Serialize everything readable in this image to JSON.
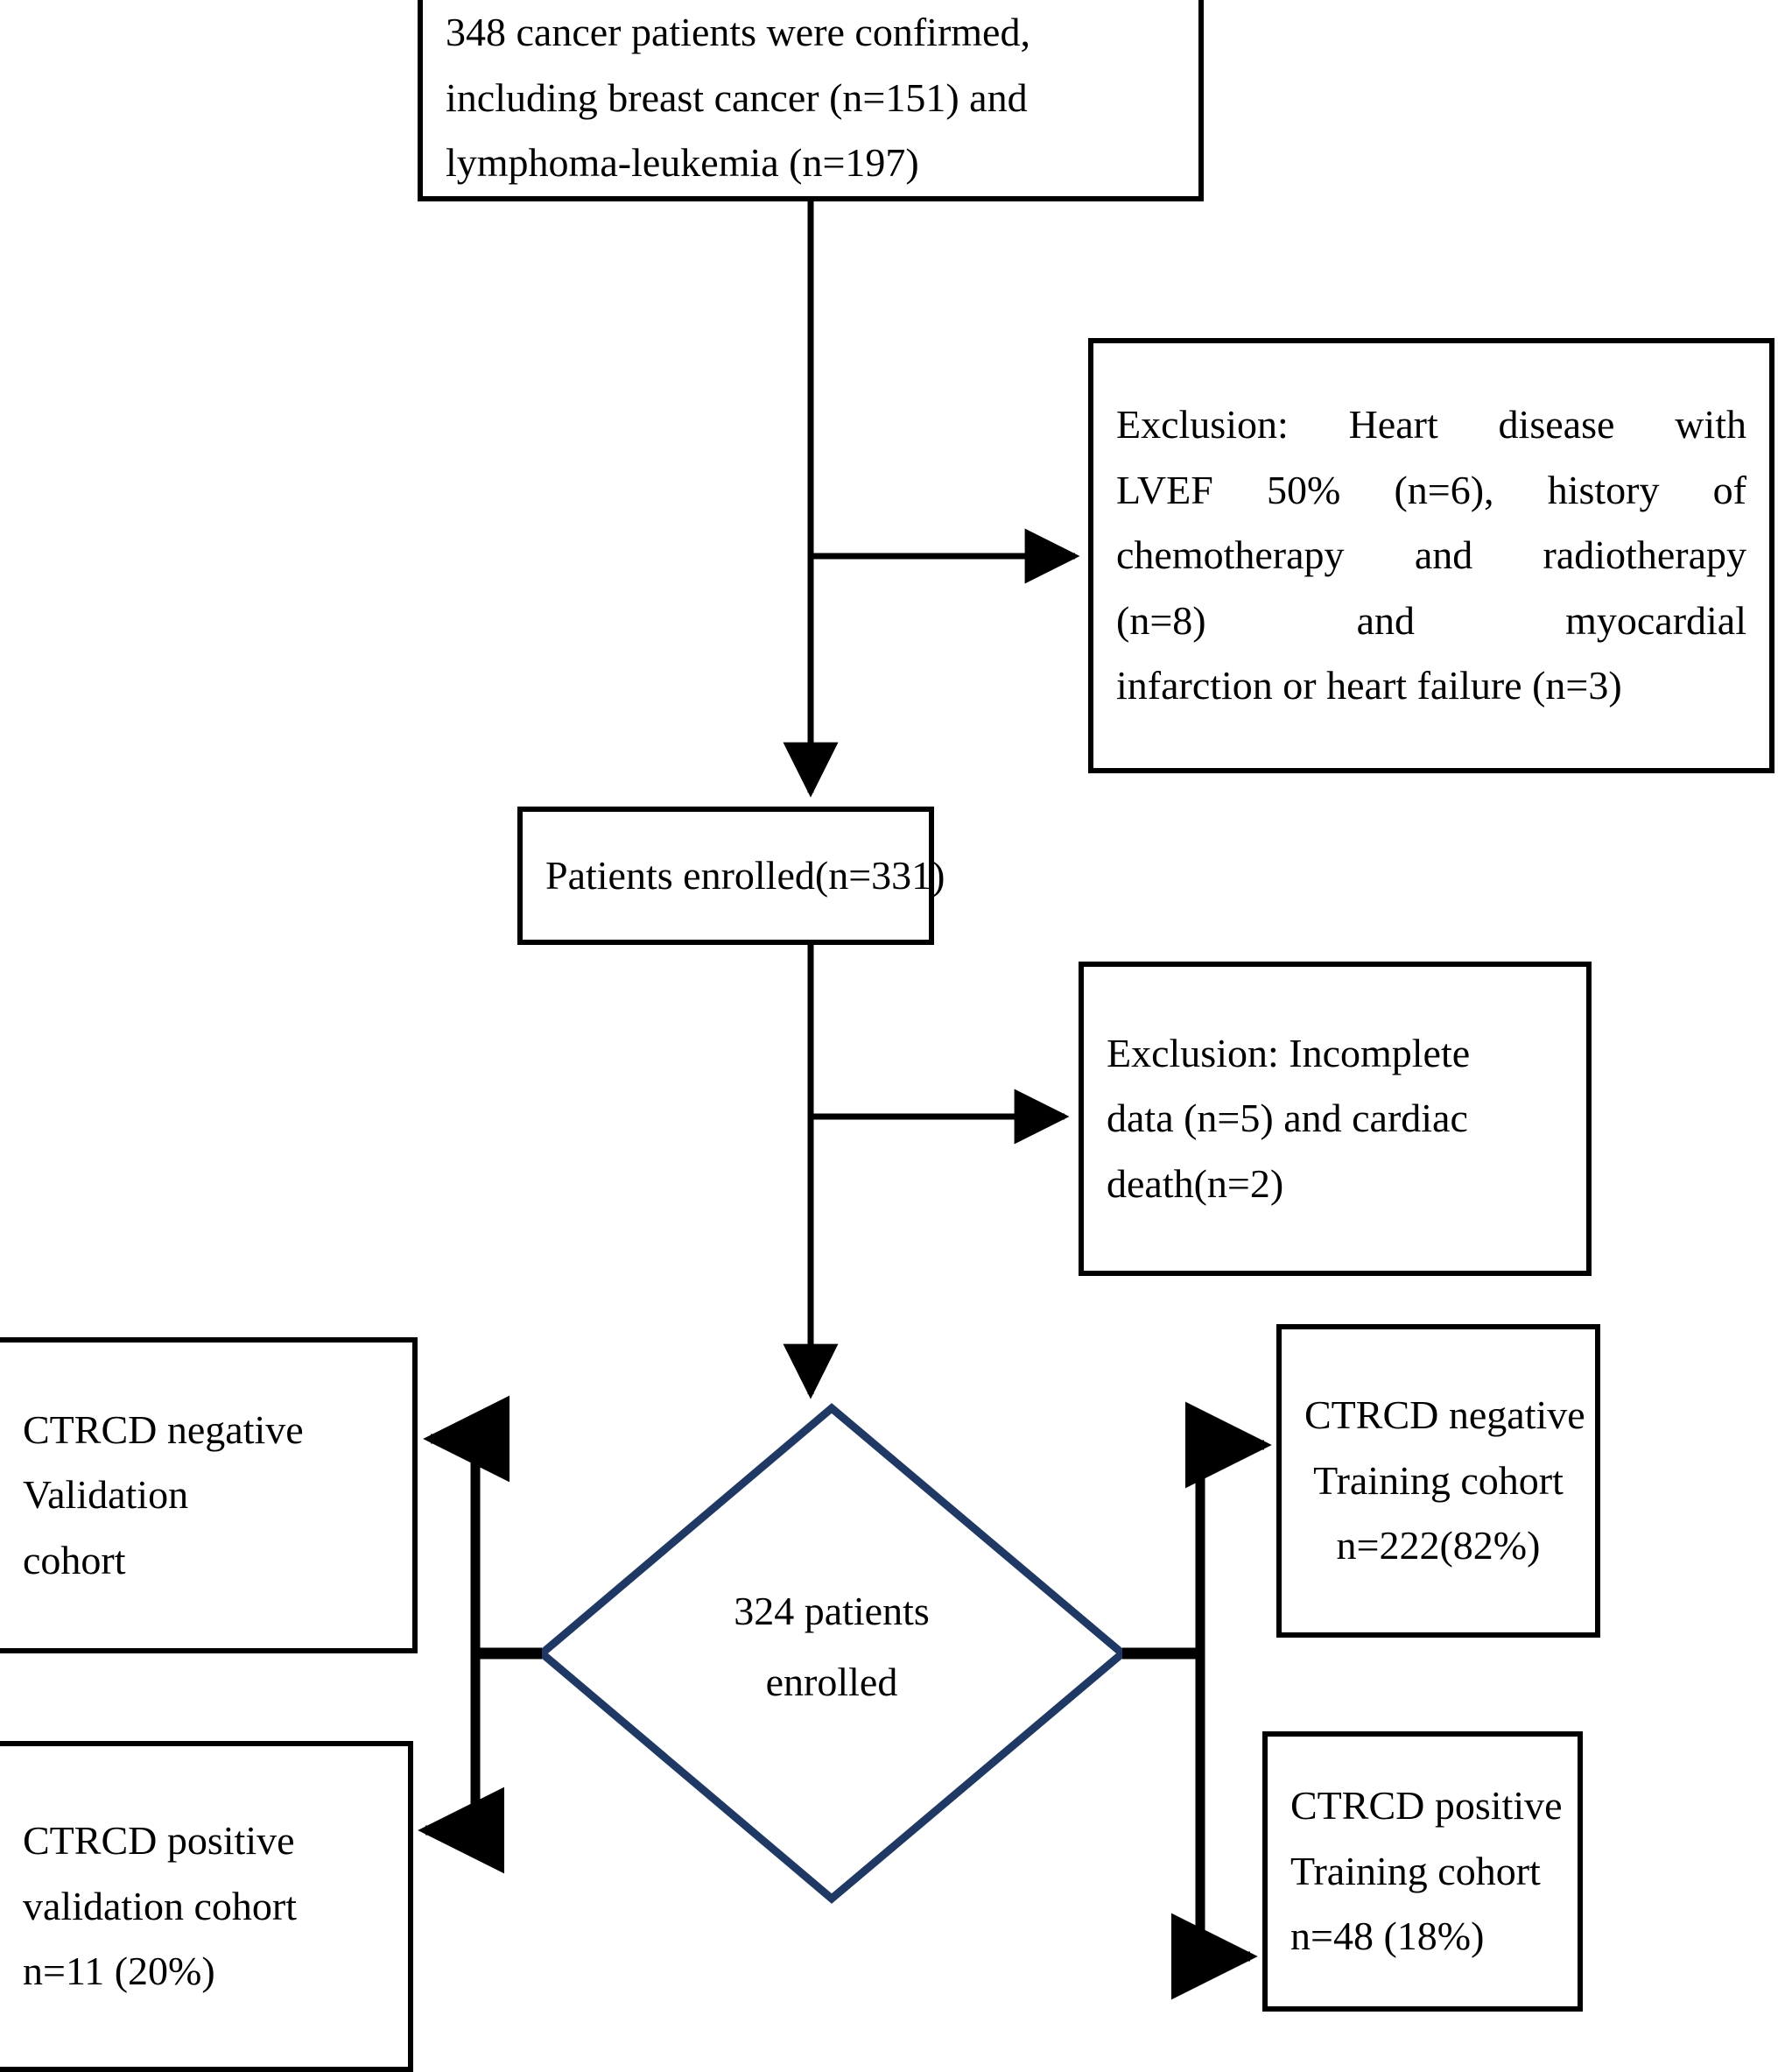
{
  "diagram": {
    "type": "flowchart",
    "title": "Patient enrollment flow diagram",
    "accent_color": "#1F3864",
    "line_color": "#000000",
    "background": "#ffffff"
  },
  "nodes": {
    "top": {
      "name": "confirmed-cancer-patients",
      "lines": [
        "348 cancer patients were confirmed,",
        "including breast cancer (n=151) and",
        "lymphoma-leukemia (n=197)"
      ]
    },
    "exclusion_1": {
      "name": "exclusion-criteria-1",
      "lines": [
        "Exclusion: Heart disease with",
        "LVEF 50% (n=6), history of",
        "chemotherapy and radiotherapy",
        "(n=8) and myocardial",
        "infarction or heart failure (n=3)"
      ]
    },
    "enrolled": {
      "name": "patients-enrolled",
      "lines": [
        "Patients enrolled(n=331)"
      ]
    },
    "exclusion_2": {
      "name": "exclusion-criteria-2",
      "lines": [
        "Exclusion:  Incomplete",
        "data (n=5) and cardiac",
        "death(n=2)"
      ]
    },
    "decision": {
      "name": "enrolled-decision",
      "lines": [
        "324 patients",
        "enrolled"
      ]
    },
    "negative_validation": {
      "name": "ctrcd-negative-validation-cohort",
      "lines": [
        "CTRCD negative",
        "Validation",
        "cohort"
      ]
    },
    "positive_validation": {
      "name": "ctrcd-positive-validation-cohort",
      "lines": [
        "CTRCD positive",
        "validation cohort",
        "n=11 (20%)"
      ]
    },
    "negative_training": {
      "name": "ctrcd-negative-training-cohort",
      "lines": [
        "CTRCD negative",
        "Training cohort",
        "n=222(82%)"
      ]
    },
    "positive_training": {
      "name": "ctrcd-positive-training-cohort",
      "lines": [
        "CTRCD  positive",
        "Training   cohort",
        "n=48 (18%)"
      ]
    }
  },
  "chart_data": {
    "type": "flow",
    "title": "Patient enrollment flow diagram",
    "counts": {
      "cancer_patients_confirmed": 348,
      "breast_cancer": 151,
      "lymphoma_leukemia": 197,
      "excluded_heart_disease_lvef50": 6,
      "excluded_prior_chemo_radio": 8,
      "excluded_mi_or_heart_failure": 3,
      "patients_enrolled": 331,
      "excluded_incomplete_data": 5,
      "excluded_cardiac_death": 2,
      "final_enrolled": 324,
      "ctrcd_negative_training": 222,
      "ctrcd_negative_training_pct": 82,
      "ctrcd_positive_training": 48,
      "ctrcd_positive_training_pct": 18,
      "ctrcd_positive_validation": 11,
      "ctrcd_positive_validation_pct": 20
    }
  }
}
